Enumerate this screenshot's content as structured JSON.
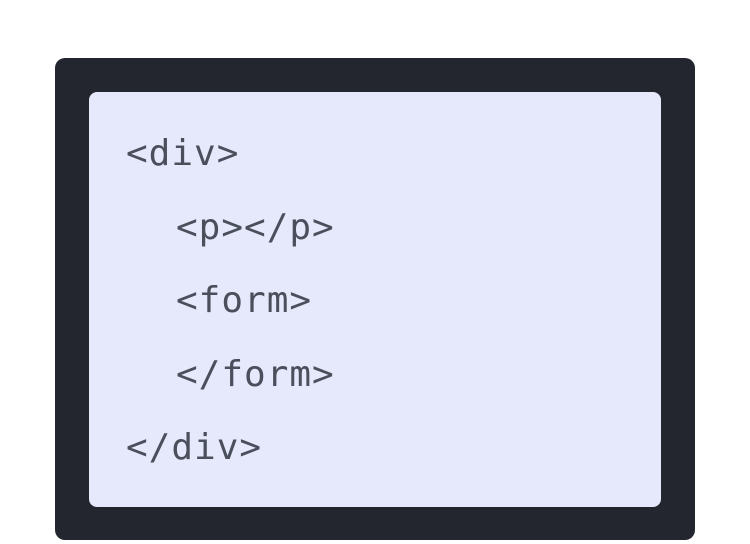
{
  "code": {
    "lines": [
      {
        "text": "<div>",
        "indent": 0
      },
      {
        "text": "<p></p>",
        "indent": 1
      },
      {
        "text": "<form>",
        "indent": 1
      },
      {
        "text": "</form>",
        "indent": 1
      },
      {
        "text": "</div>",
        "indent": 0
      }
    ]
  },
  "colors": {
    "frame": "#23262f",
    "panel": "#e6e8fc",
    "text": "#4a4f5c"
  }
}
